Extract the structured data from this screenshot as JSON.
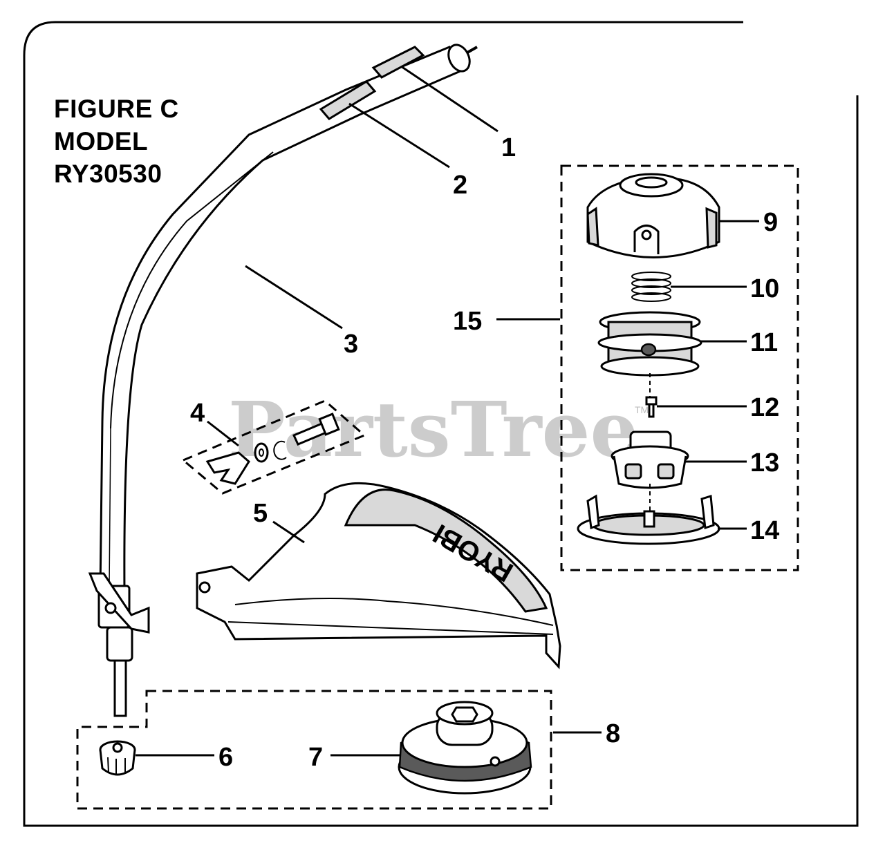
{
  "figure": {
    "title_lines": [
      "FIGURE C",
      "MODEL",
      "RY30530"
    ]
  },
  "callouts": [
    "1",
    "2",
    "3",
    "4",
    "5",
    "6",
    "7",
    "8",
    "9",
    "10",
    "11",
    "12",
    "13",
    "14",
    "15"
  ],
  "watermark": "PartsTree",
  "trademark": "TM",
  "guard_logo": "RYOBI"
}
